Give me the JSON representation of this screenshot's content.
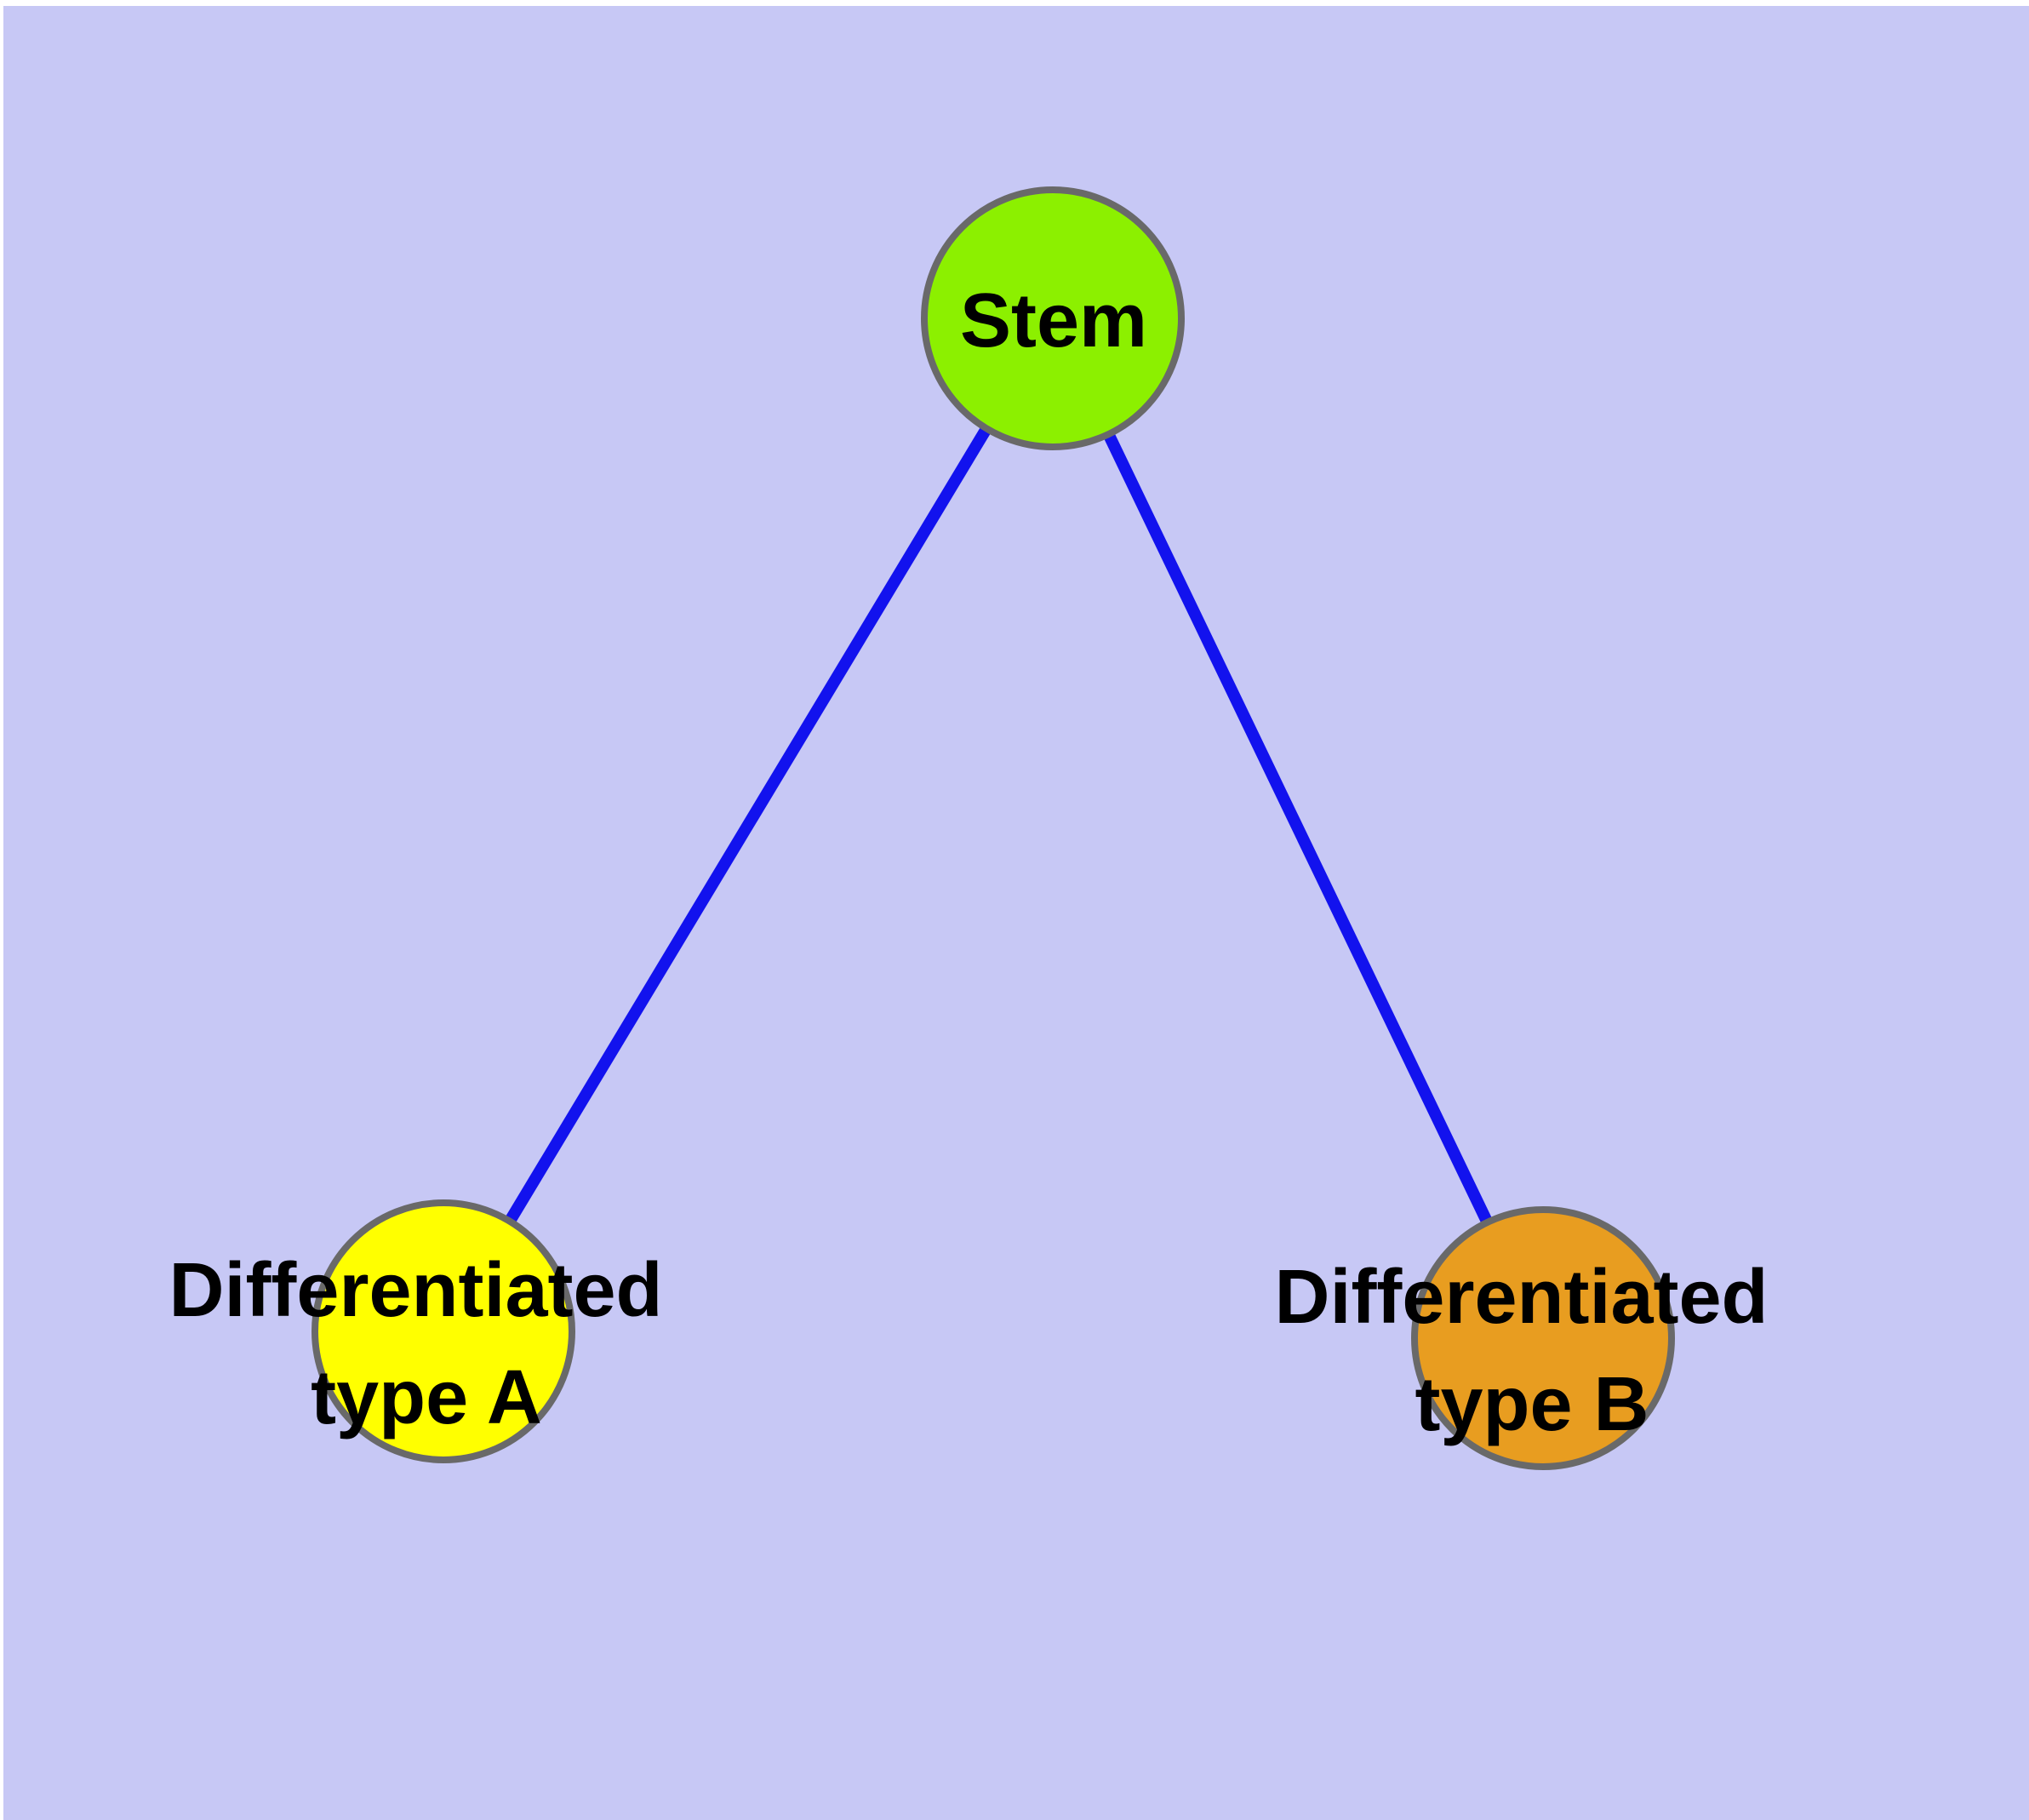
{
  "graph": {
    "type": "node-link-graph",
    "description": "Stem cell differentiation diagram: one stem node connected to two differentiated cell type nodes",
    "background_color": "#C7C8F5",
    "margin_color": "#FFFFFF",
    "edge_color": "#1212EE",
    "node_stroke_color": "#696969",
    "label_color": "#000000",
    "nodes": [
      {
        "id": "stem",
        "label": "Stem",
        "lines": [
          "Stem"
        ],
        "fill": "#8CF000"
      },
      {
        "id": "differentiated-type-a",
        "label": "Differentiated type A",
        "lines": [
          "Differentiated",
          "type A"
        ],
        "fill": "#FFFF00"
      },
      {
        "id": "differentiated-type-b",
        "label": "Differentiated type B",
        "lines": [
          "Differentiated",
          "type B"
        ],
        "fill": "#E89D20"
      }
    ],
    "edges": [
      {
        "from": "Stem",
        "to": "Differentiated type A"
      },
      {
        "from": "Stem",
        "to": "Differentiated type B"
      }
    ]
  }
}
